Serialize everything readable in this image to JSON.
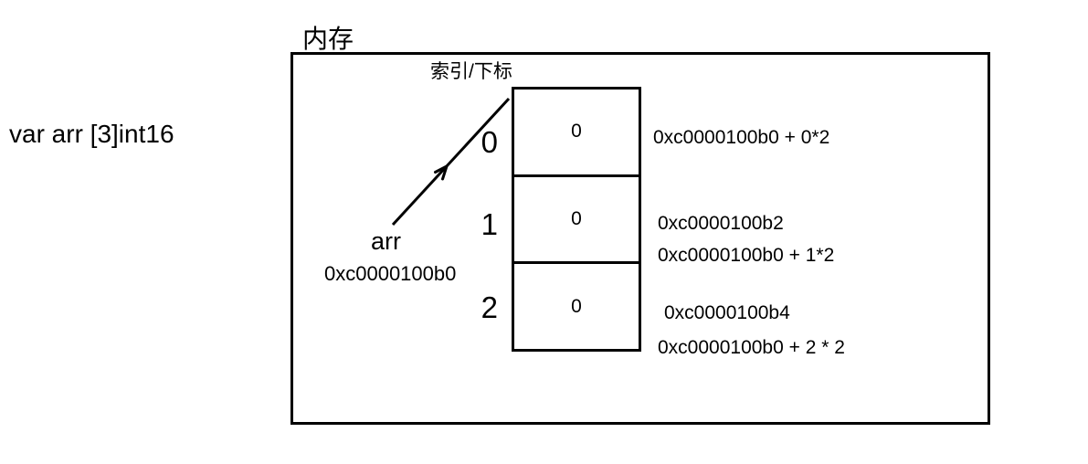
{
  "page": {
    "background": "#ffffff",
    "ink": "#000000"
  },
  "declaration": "var arr [3]int16",
  "memory_box": {
    "title": "内存",
    "index_header": "索引/下标"
  },
  "array": {
    "name": "arr",
    "base_address": "0xc0000100b0",
    "element_type": "int16",
    "cells": [
      {
        "index": "0",
        "value": "0",
        "address_lines": [
          "0xc0000100b0 + 0*2"
        ]
      },
      {
        "index": "1",
        "value": "0",
        "address_lines": [
          "0xc0000100b2",
          "0xc0000100b0 + 1*2"
        ]
      },
      {
        "index": "2",
        "value": "0",
        "address_lines": [
          "0xc0000100b4",
          "0xc0000100b0 + 2 * 2"
        ]
      }
    ]
  }
}
